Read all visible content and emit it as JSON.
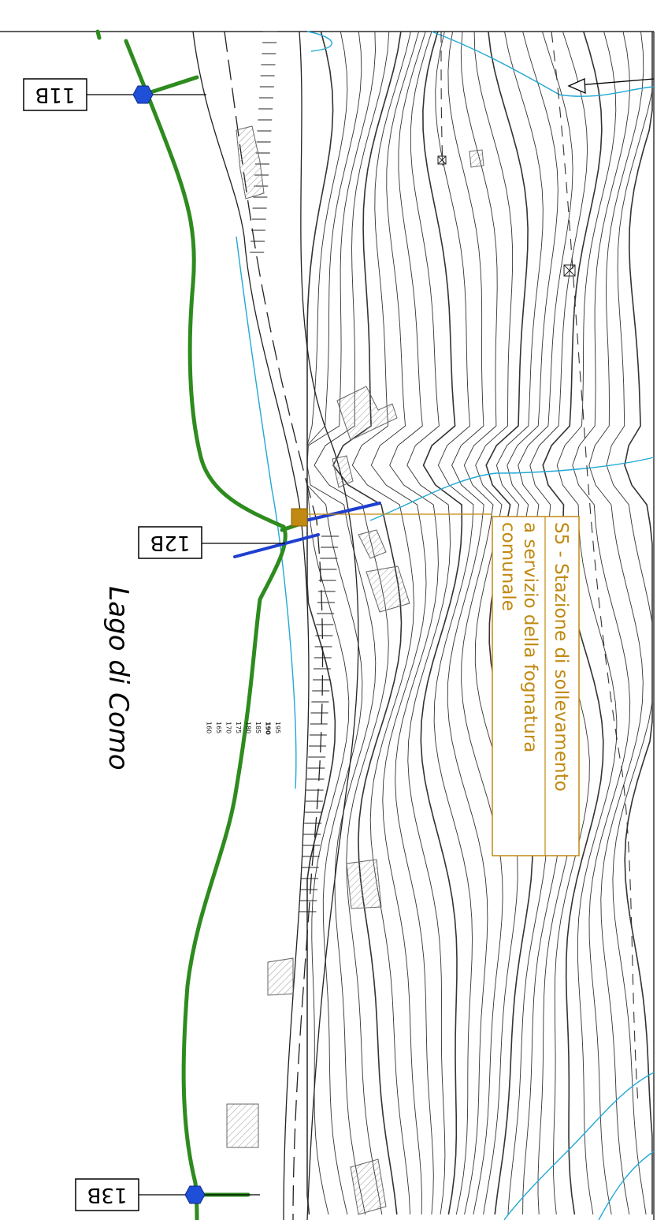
{
  "map": {
    "lake_label": "Lago di Como",
    "station_label_lines": [
      "S5 - Stazione di sollevamento",
      "a servizio della fognatura",
      "comunale"
    ],
    "nodes": [
      {
        "id": "node-11b",
        "label": "11B"
      },
      {
        "id": "node-12b",
        "label": "12B"
      },
      {
        "id": "node-13b",
        "label": "13B"
      }
    ],
    "contour_scale": [
      "195",
      "190",
      "185",
      "180",
      "175",
      "170",
      "165",
      "160"
    ],
    "colors": {
      "pipeline": "#2e8b1e",
      "node": "#1f4fd6",
      "section": "#1f3fcf",
      "stream": "#22a8d6",
      "station": "#c18a12",
      "contour": "#333333"
    }
  }
}
